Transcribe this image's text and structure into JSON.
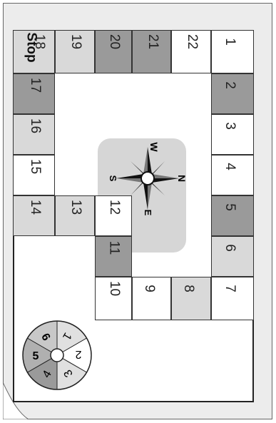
{
  "board": {
    "cells": [
      {
        "n": "1",
        "shade": "light"
      },
      {
        "n": "2",
        "shade": "dark"
      },
      {
        "n": "3",
        "shade": "light"
      },
      {
        "n": "4",
        "shade": "light"
      },
      {
        "n": "5",
        "shade": "dark"
      },
      {
        "n": "6",
        "shade": "mid"
      },
      {
        "n": "7",
        "shade": "light"
      },
      {
        "n": "8",
        "shade": "mid"
      },
      {
        "n": "9",
        "shade": "light"
      },
      {
        "n": "10",
        "shade": "light"
      },
      {
        "n": "11",
        "shade": "dark"
      },
      {
        "n": "12",
        "shade": "light"
      },
      {
        "n": "13",
        "shade": "mid"
      },
      {
        "n": "14",
        "shade": "mid"
      },
      {
        "n": "15",
        "shade": "light"
      },
      {
        "n": "16",
        "shade": "mid"
      },
      {
        "n": "17",
        "shade": "dark"
      },
      {
        "n": "18",
        "shade": "mid"
      },
      {
        "n": "19",
        "shade": "mid"
      },
      {
        "n": "20",
        "shade": "dark"
      },
      {
        "n": "21",
        "shade": "dark"
      },
      {
        "n": "22",
        "shade": "light"
      }
    ],
    "stop_label": "Stop"
  },
  "compass": {
    "n": "N",
    "e": "E",
    "s": "S",
    "w": "W"
  },
  "spinner": {
    "numbers": [
      "1",
      "2",
      "3",
      "4",
      "5",
      "6"
    ]
  }
}
